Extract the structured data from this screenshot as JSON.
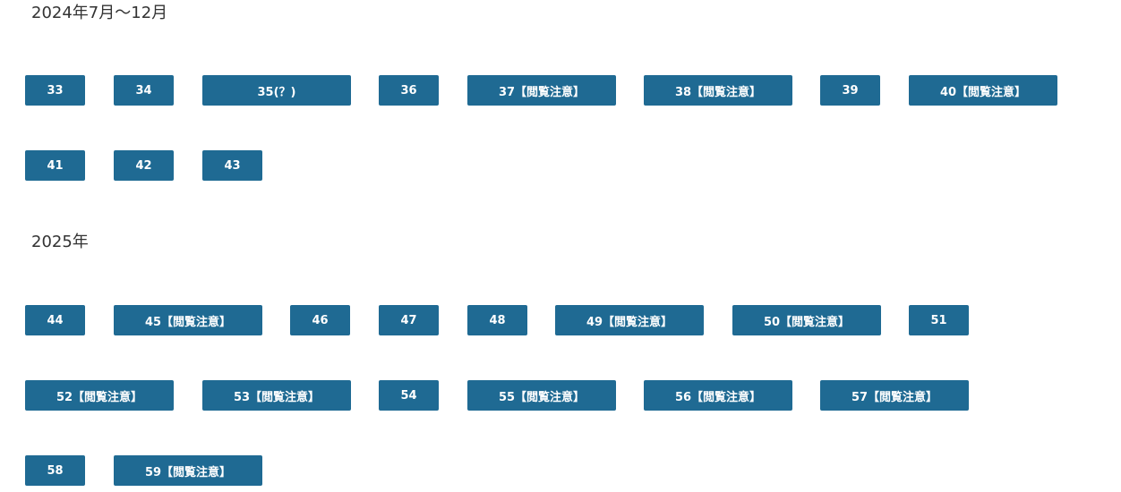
{
  "sections": [
    {
      "heading": "2024年7月〜12月",
      "rows": [
        [
          "33",
          "34",
          "35(？)",
          "36",
          "37【閲覧注意】",
          "38【閲覧注意】",
          "39",
          "40【閲覧注意】"
        ],
        [
          "41",
          "42",
          "43"
        ]
      ]
    },
    {
      "heading": "2025年",
      "rows": [
        [
          "44",
          "45【閲覧注意】",
          "46",
          "47",
          "48",
          "49【閲覧注意】",
          "50【閲覧注意】",
          "51"
        ],
        [
          "52【閲覧注意】",
          "53【閲覧注意】",
          "54",
          "55【閲覧注意】",
          "56【閲覧注意】",
          "57【閲覧注意】"
        ],
        [
          "58",
          "59【閲覧注意】"
        ]
      ]
    }
  ],
  "colors": {
    "button_bg": "#1f6a93",
    "button_text": "#ffffff",
    "heading_text": "#333333"
  }
}
